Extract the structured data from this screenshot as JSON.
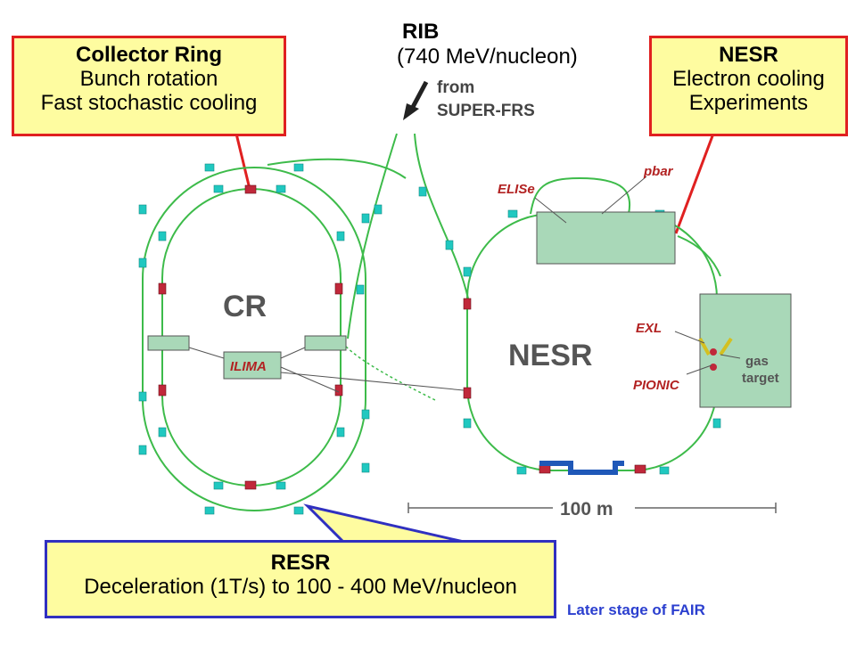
{
  "rib": {
    "title": "RIB",
    "energy": "(740 MeV/nucleon)",
    "source_line1": "from",
    "source_line2": "SUPER-FRS"
  },
  "collector_ring_box": {
    "title": "Collector Ring",
    "line1": "Bunch rotation",
    "line2": "Fast stochastic cooling"
  },
  "nesr_box": {
    "title": "NESR",
    "line1": "Electron cooling",
    "line2": "Experiments"
  },
  "resr_box": {
    "title": "RESR",
    "line1": "Deceleration (1T/s) to 100 - 400 MeV/nucleon"
  },
  "diagram_labels": {
    "cr": "CR",
    "nesr": "NESR",
    "ilima": "ILIMA",
    "elise": "ELISe",
    "pbar": "pbar",
    "exl": "EXL",
    "pionic": "PIONIC",
    "gas_line1": "gas",
    "gas_line2": "target",
    "scale": "100 m"
  },
  "footer_note": "Later stage of FAIR",
  "colors": {
    "callout_fill": "#fefca0",
    "callout_red_border": "#e02020",
    "callout_blue_border": "#3030c0",
    "beamline": "#3dbb4a",
    "quadrupole": "#20c8c0",
    "dipole": "#c0283a",
    "experiment_area": "#a9d8b8",
    "label_red": "#b22222",
    "footer_blue": "#2b3fcf"
  }
}
